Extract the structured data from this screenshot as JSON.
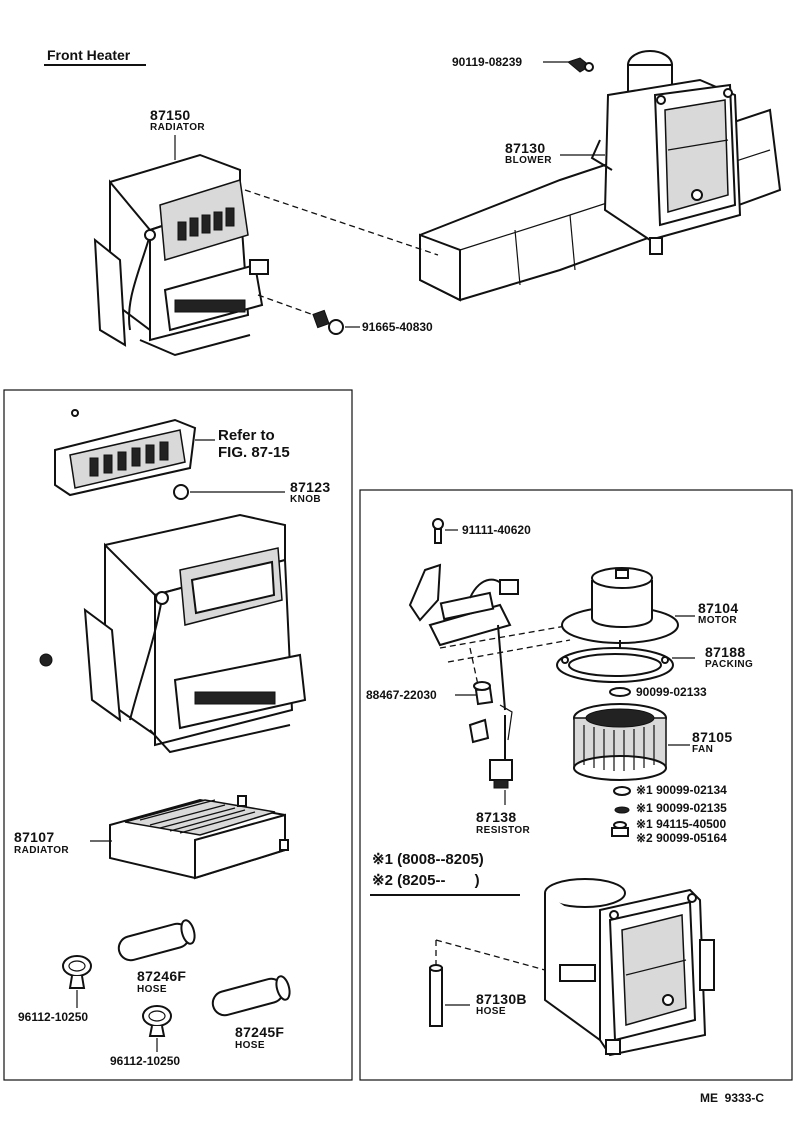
{
  "title": "Front Heater",
  "doc_code": "ME  9333-C",
  "top": {
    "radiator": {
      "number": "87150",
      "name": "RADIATOR"
    },
    "blower": {
      "number": "87130",
      "name": "BLOWER"
    },
    "bolt_top": "90119-08239",
    "bolt_side": "91665-40830"
  },
  "left_panel": {
    "refer_line1": "Refer to",
    "refer_line2": "FIG. 87-15",
    "knob": {
      "number": "87123",
      "name": "KNOB"
    },
    "radiator": {
      "number": "87107",
      "name": "RADIATOR"
    },
    "hose1": {
      "number": "87246F",
      "name": "HOSE"
    },
    "hose2": {
      "number": "87245F",
      "name": "HOSE"
    },
    "clamp1": "96112-10250",
    "clamp2": "96112-10250"
  },
  "right_panel": {
    "screw": "91111-40620",
    "motor": {
      "number": "87104",
      "name": "MOTOR"
    },
    "packing": {
      "number": "87188",
      "name": "PACKING"
    },
    "washer": "90099-02133",
    "fan": {
      "number": "87105",
      "name": "FAN"
    },
    "grommet": "88467-22030",
    "resistor": {
      "number": "87138",
      "name": "RESISTOR"
    },
    "notes": [
      {
        "mark": "※1",
        "part": "90099-02134"
      },
      {
        "mark": "※1",
        "part": "90099-02135"
      },
      {
        "mark": "※1",
        "part": "94115-40500"
      },
      {
        "mark": "※2",
        "part": "90099-05164"
      }
    ],
    "legend1": "※1 (8008--8205)",
    "legend2": "※2 (8205--       )",
    "hose": {
      "number": "87130B",
      "name": "HOSE"
    }
  }
}
